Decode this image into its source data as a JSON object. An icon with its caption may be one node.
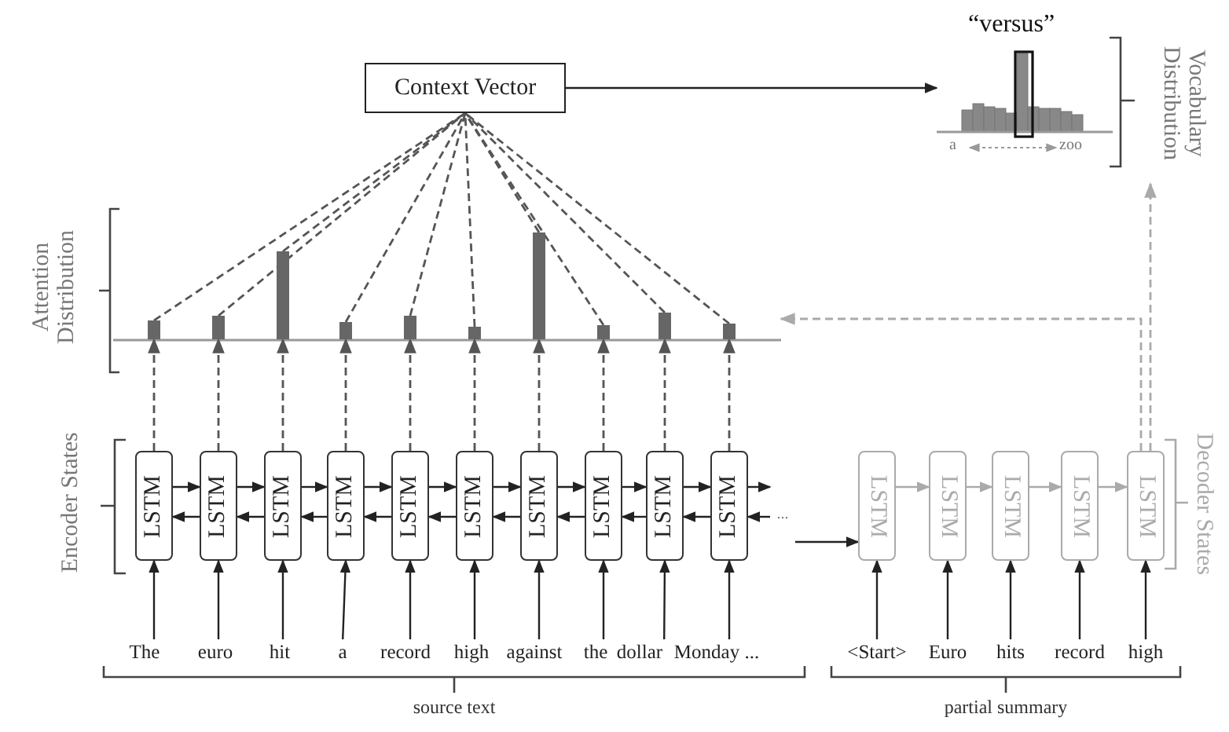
{
  "diagram": {
    "nodes": [
      {
        "text": [
          "Context Vector"
        ]
      },
      {
        "text": [],
        "shape": "bar"
      },
      {
        "text": [],
        "shape": "bar"
      },
      {
        "text": [],
        "shape": "bar"
      },
      {
        "text": [],
        "shape": "bar"
      },
      {
        "text": [],
        "shape": "bar"
      },
      {
        "text": [],
        "shape": "bar"
      },
      {
        "text": [],
        "shape": "bar"
      },
      {
        "text": [],
        "shape": "bar"
      },
      {
        "text": [],
        "shape": "bar"
      },
      {
        "text": [],
        "shape": "bar"
      },
      {
        "text": [
          "“versus”",
          "a",
          "zoo"
        ]
      },
      {
        "text": [
          "LSTM"
        ]
      },
      {
        "text": [
          "LSTM"
        ]
      },
      {
        "text": [
          "LSTM"
        ]
      },
      {
        "text": [
          "LSTM"
        ]
      },
      {
        "text": [
          "LSTM"
        ]
      },
      {
        "text": [
          "LSTM"
        ]
      },
      {
        "text": [
          "LSTM"
        ]
      },
      {
        "text": [
          "LSTM"
        ]
      },
      {
        "text": [
          "LSTM"
        ]
      },
      {
        "text": [
          "LSTM"
        ]
      },
      {
        "text": [
          "LSTM"
        ]
      },
      {
        "text": [
          "LSTM"
        ]
      },
      {
        "text": [
          "LSTM"
        ]
      },
      {
        "text": [
          "LSTM"
        ]
      },
      {
        "text": [
          "LSTM"
        ]
      },
      {
        "text": [
          "The"
        ]
      },
      {
        "text": [
          "euro"
        ]
      },
      {
        "text": [
          "hit"
        ]
      },
      {
        "text": [
          "a"
        ]
      },
      {
        "text": [
          "record"
        ]
      },
      {
        "text": [
          "high"
        ]
      },
      {
        "text": [
          "against"
        ]
      },
      {
        "text": [
          "the"
        ]
      },
      {
        "text": [
          "dollar"
        ]
      },
      {
        "text": [
          "Monday ..."
        ]
      },
      {
        "text": [
          "<Start>"
        ]
      },
      {
        "text": [
          "Euro"
        ]
      },
      {
        "text": [
          "hits"
        ]
      },
      {
        "text": [
          "record"
        ]
      },
      {
        "text": [
          "high"
        ]
      },
      {
        "text": [
          "..."
        ]
      }
    ],
    "edges": [
      {
        "from": 0,
        "to": 11,
        "arrow": "to"
      },
      {
        "from": 1,
        "to": 0,
        "arrow": "none",
        "style": "dashed"
      },
      {
        "from": 2,
        "to": 0,
        "arrow": "none",
        "style": "dashed"
      },
      {
        "from": 3,
        "to": 0,
        "arrow": "none",
        "style": "dashed"
      },
      {
        "from": 4,
        "to": 0,
        "arrow": "none",
        "style": "dashed"
      },
      {
        "from": 5,
        "to": 0,
        "arrow": "none",
        "style": "dashed"
      },
      {
        "from": 6,
        "to": 0,
        "arrow": "none",
        "style": "dashed"
      },
      {
        "from": 7,
        "to": 0,
        "arrow": "none",
        "style": "dashed"
      },
      {
        "from": 8,
        "to": 0,
        "arrow": "none",
        "style": "dashed"
      },
      {
        "from": 9,
        "to": 0,
        "arrow": "none",
        "style": "dashed"
      },
      {
        "from": 10,
        "to": 0,
        "arrow": "none",
        "style": "dashed"
      },
      {
        "from": 12,
        "to": 1,
        "arrow": "to",
        "style": "dashed"
      },
      {
        "from": 13,
        "to": 2,
        "arrow": "to",
        "style": "dashed"
      },
      {
        "from": 14,
        "to": 3,
        "arrow": "to",
        "style": "dashed"
      },
      {
        "from": 15,
        "to": 4,
        "arrow": "to",
        "style": "dashed"
      },
      {
        "from": 16,
        "to": 5,
        "arrow": "to",
        "style": "dashed"
      },
      {
        "from": 17,
        "to": 6,
        "arrow": "to",
        "style": "dashed"
      },
      {
        "from": 18,
        "to": 7,
        "arrow": "to",
        "style": "dashed"
      },
      {
        "from": 19,
        "to": 8,
        "arrow": "to",
        "style": "dashed"
      },
      {
        "from": 20,
        "to": 9,
        "arrow": "to",
        "style": "dashed"
      },
      {
        "from": 21,
        "to": 10,
        "arrow": "to",
        "style": "dashed"
      },
      {
        "from": 27,
        "to": 12,
        "arrow": "to"
      },
      {
        "from": 28,
        "to": 13,
        "arrow": "to"
      },
      {
        "from": 29,
        "to": 14,
        "arrow": "to"
      },
      {
        "from": 30,
        "to": 15,
        "arrow": "to"
      },
      {
        "from": 31,
        "to": 16,
        "arrow": "to"
      },
      {
        "from": 32,
        "to": 17,
        "arrow": "to"
      },
      {
        "from": 33,
        "to": 18,
        "arrow": "to"
      },
      {
        "from": 34,
        "to": 19,
        "arrow": "to"
      },
      {
        "from": 35,
        "to": 20,
        "arrow": "to"
      },
      {
        "from": 36,
        "to": 21,
        "arrow": "to"
      },
      {
        "from": 12,
        "to": 13,
        "arrow": "to"
      },
      {
        "from": 13,
        "to": 14,
        "arrow": "to"
      },
      {
        "from": 14,
        "to": 15,
        "arrow": "to"
      },
      {
        "from": 15,
        "to": 16,
        "arrow": "to"
      },
      {
        "from": 16,
        "to": 17,
        "arrow": "to"
      },
      {
        "from": 17,
        "to": 18,
        "arrow": "to"
      },
      {
        "from": 18,
        "to": 19,
        "arrow": "to"
      },
      {
        "from": 19,
        "to": 20,
        "arrow": "to"
      },
      {
        "from": 20,
        "to": 21,
        "arrow": "to"
      },
      {
        "from": 13,
        "to": 12,
        "arrow": "to"
      },
      {
        "from": 14,
        "to": 13,
        "arrow": "to"
      },
      {
        "from": 15,
        "to": 14,
        "arrow": "to"
      },
      {
        "from": 16,
        "to": 15,
        "arrow": "to"
      },
      {
        "from": 17,
        "to": 16,
        "arrow": "to"
      },
      {
        "from": 18,
        "to": 17,
        "arrow": "to"
      },
      {
        "from": 19,
        "to": 18,
        "arrow": "to"
      },
      {
        "from": 20,
        "to": 19,
        "arrow": "to"
      },
      {
        "from": 21,
        "to": 20,
        "arrow": "to"
      },
      {
        "from": 21,
        "to": 42,
        "arrow": "to"
      },
      {
        "from": 42,
        "to": 21,
        "arrow": "to"
      },
      {
        "from": 42,
        "to": 22,
        "arrow": "to"
      },
      {
        "from": 22,
        "to": 23,
        "arrow": "to",
        "color": "#aaaaaa"
      },
      {
        "from": 23,
        "to": 24,
        "arrow": "to",
        "color": "#aaaaaa"
      },
      {
        "from": 24,
        "to": 25,
        "arrow": "to",
        "color": "#aaaaaa"
      },
      {
        "from": 25,
        "to": 26,
        "arrow": "to",
        "color": "#aaaaaa"
      },
      {
        "from": 37,
        "to": 22,
        "arrow": "to"
      },
      {
        "from": 38,
        "to": 23,
        "arrow": "to"
      },
      {
        "from": 39,
        "to": 24,
        "arrow": "to"
      },
      {
        "from": 40,
        "to": 25,
        "arrow": "to"
      },
      {
        "from": 41,
        "to": 26,
        "arrow": "to"
      },
      {
        "from": 26,
        "to": null,
        "arrow": "to",
        "style": "dashed",
        "color": "#aaaaaa"
      },
      {
        "from": 26,
        "to": 11,
        "arrow": "to",
        "style": "dashed",
        "color": "#aaaaaa"
      }
    ],
    "labels": [
      "Attention Distribution",
      "Encoder States",
      "Vocabulary Distribution",
      "Decoder States",
      "source text",
      "partial summary"
    ]
  }
}
